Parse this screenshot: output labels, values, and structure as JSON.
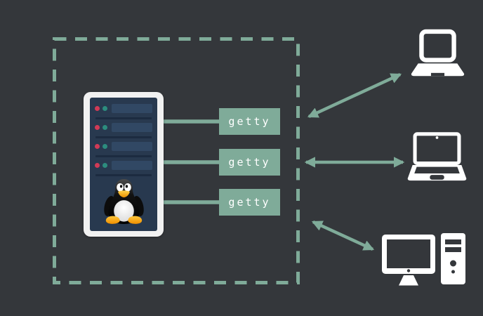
{
  "colors": {
    "background": "#34373b",
    "accent_green": "#7fab99",
    "device_white": "#ffffff",
    "server_frame": "#f1f1f1",
    "server_panel": "#28394f",
    "server_bay_bar": "#314864",
    "led_red": "#d13a56",
    "led_teal": "#2c8c7e"
  },
  "server": {
    "icon": "tux-linux-icon",
    "rack_slots": 4,
    "leds_per_slot": [
      "red",
      "teal"
    ]
  },
  "processes": [
    {
      "label": "getty"
    },
    {
      "label": "getty"
    },
    {
      "label": "getty"
    }
  ],
  "clients": [
    {
      "type": "laptop",
      "icon": "laptop-front-icon"
    },
    {
      "type": "laptop",
      "icon": "laptop-open-icon"
    },
    {
      "type": "desktop",
      "icon": "desktop-computer-icon"
    }
  ],
  "connections": {
    "style": "double-headed-arrows",
    "count": 3
  }
}
